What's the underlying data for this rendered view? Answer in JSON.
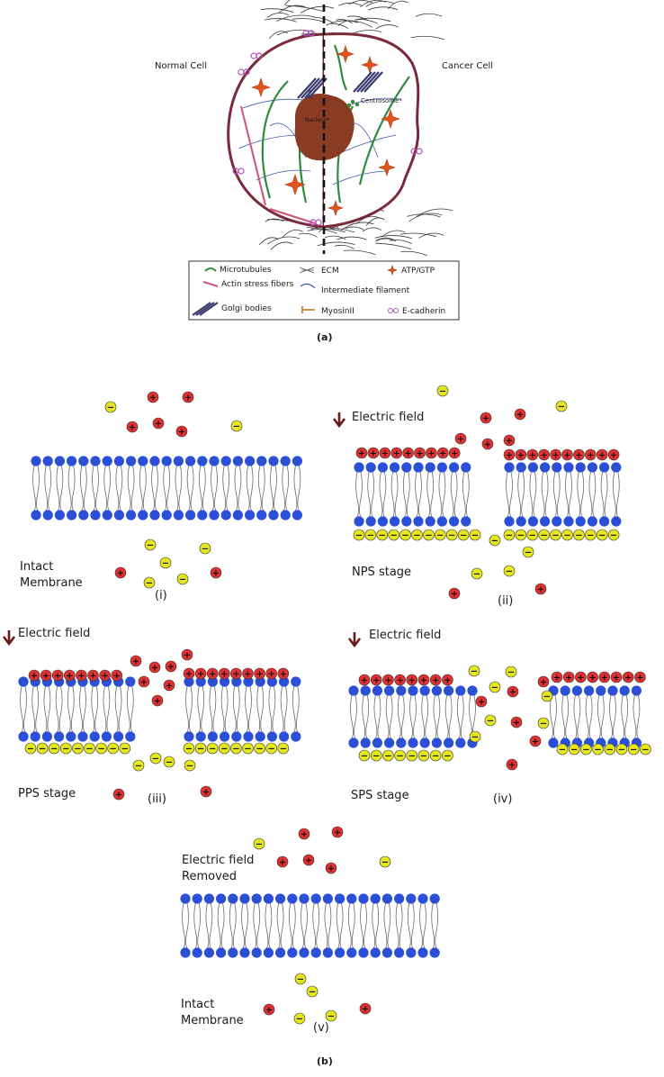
{
  "panel_a": {
    "normal_label": "Normal Cell",
    "cancer_label": "Cancer Cell",
    "nucleus_label": "Nucleus*",
    "centrosome_label": "Centrosome*",
    "caption": "(a)",
    "legend": {
      "microtubules": "Microtubules",
      "actin": "Actin stress fibers",
      "golgi": "Golgi bodies",
      "ecm": "ECM",
      "intermediate": "Intermediate filament",
      "myosin": "MyosinII",
      "atp": "ATP/GTP",
      "ecadherin": "E-cadherin"
    },
    "colors": {
      "nucleus": "#8a3b24",
      "microtubule": "#2e8b3a",
      "atp": "#e2531d",
      "cell_border": "#7a2a3a",
      "golgi": "#3b3a6e",
      "ecadherin": "#b050c0",
      "actin": "#d0547a"
    }
  },
  "panel_b": {
    "caption": "(b)",
    "i": {
      "label_line1": "Intact",
      "label_line2": "Membrane",
      "numeral": "(i)"
    },
    "ii": {
      "field": "Electric field",
      "stage": "NPS stage",
      "numeral": "(ii)"
    },
    "iii": {
      "field": "Electric field",
      "stage": "PPS stage",
      "numeral": "(iii)"
    },
    "iv": {
      "field": "Electric field",
      "stage": "SPS stage",
      "numeral": "(iv)"
    },
    "v": {
      "label_line1": "Electric field",
      "label_line2": "Removed",
      "numeral": "(v)",
      "intact1": "Intact",
      "intact2": "Membrane"
    },
    "colors": {
      "head": "#2b4fd6",
      "positive": "#e03030",
      "negative": "#e6e61e",
      "arrow": "#6a1a1a",
      "tail": "#6b6b6b"
    },
    "ion_signs": {
      "plus": "+",
      "minus": "−"
    }
  }
}
